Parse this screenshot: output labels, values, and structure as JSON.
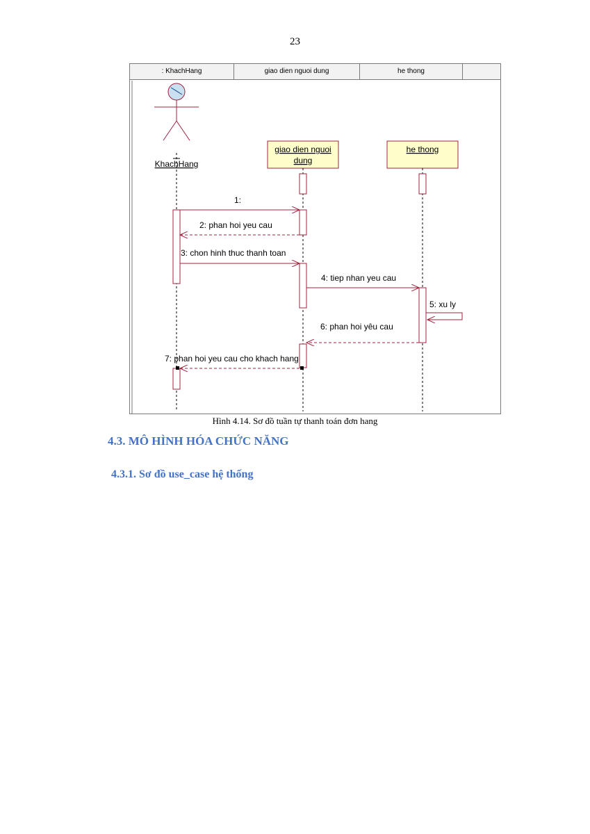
{
  "page": {
    "number": "23"
  },
  "diagram": {
    "header_cells": [
      ": KhachHang",
      "giao dien nguoi dung",
      "he thong",
      ""
    ],
    "actor_label": "KhachHang",
    "objects": [
      {
        "line1": "giao dien  nguoi",
        "line2": "dung"
      },
      {
        "line1": "he thong"
      }
    ],
    "messages": [
      "1:",
      "2: phan hoi yeu cau",
      "3: chon hinh thuc thanh toan",
      "4: tiep nhan yeu cau",
      "5: xu ly",
      "6: phan hoi yêu cau",
      "7: phan hoi yeu cau cho khach hang"
    ],
    "colors": {
      "message": "#a0203c",
      "object_fill": "#ffffcc",
      "lifeline": "#000000"
    }
  },
  "caption": "Hình 4.14. Sơ đồ tuần tự thanh toán đơn hang",
  "sections": {
    "h1": "4.3. MÔ HÌNH HÓA CHỨC NĂNG",
    "h2": "4.3.1.  Sơ đồ use_case hệ thống"
  }
}
